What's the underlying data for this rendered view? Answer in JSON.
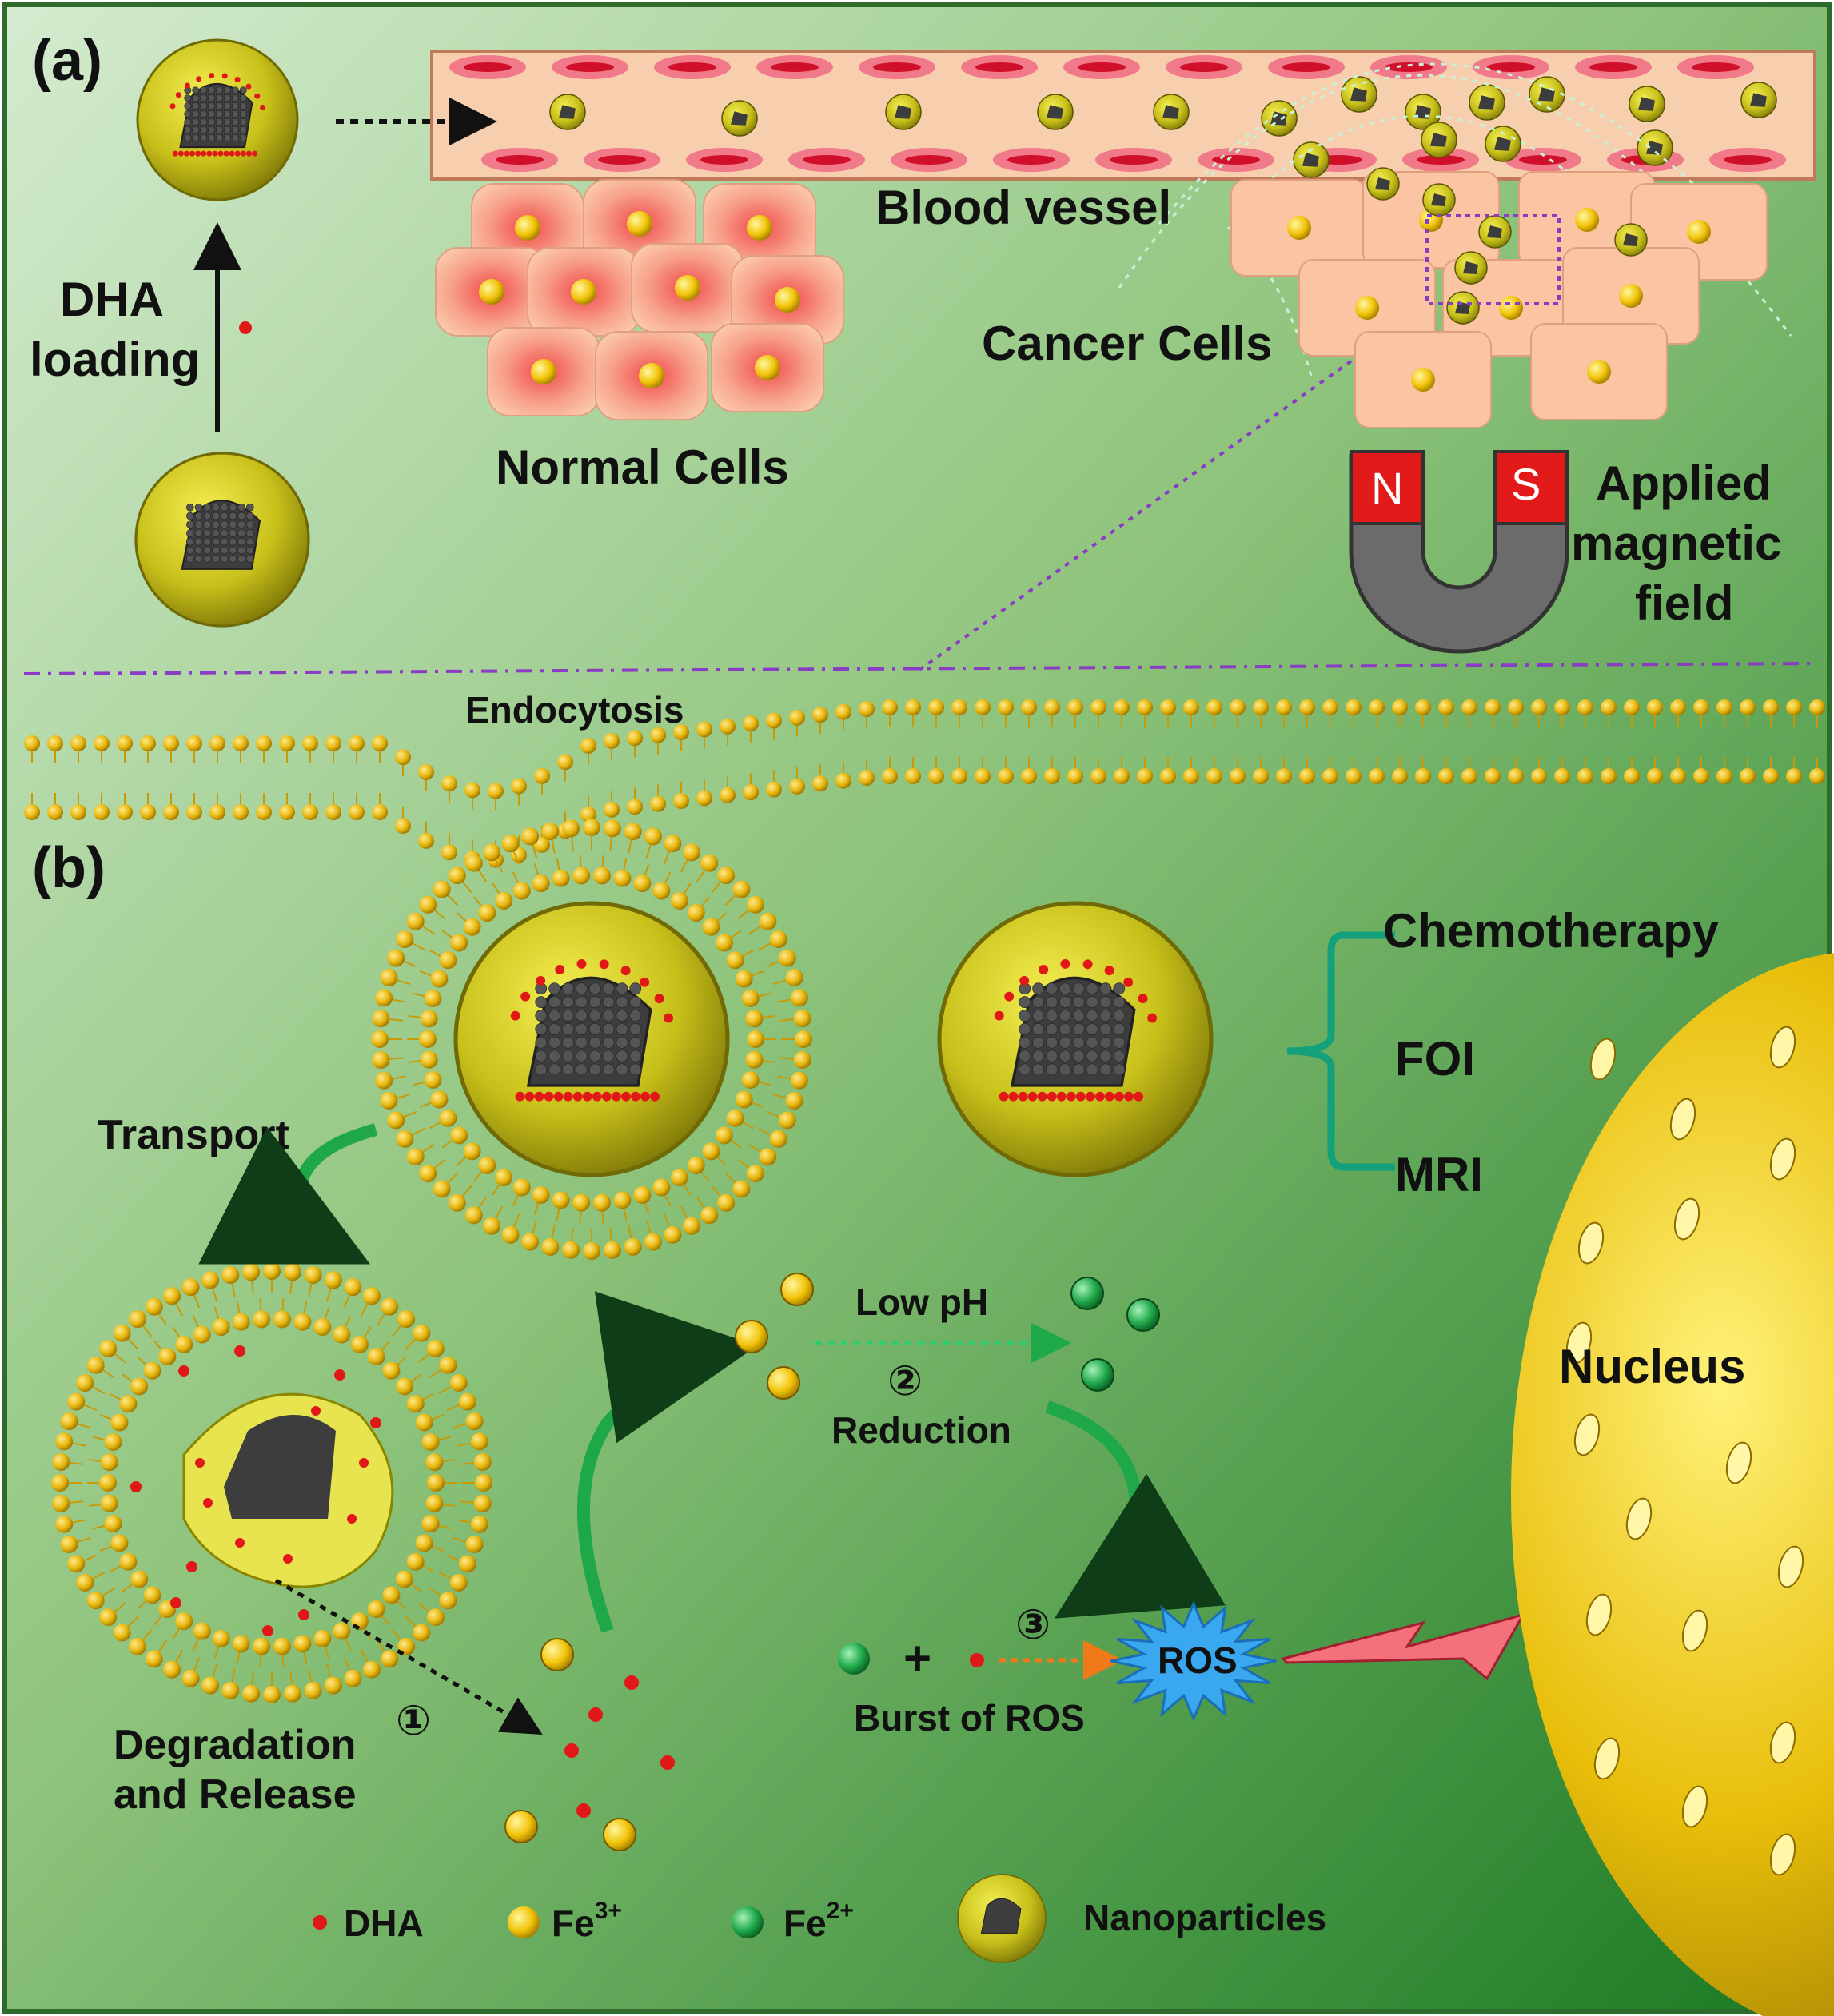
{
  "panel_a": {
    "label": "(a)",
    "dha_loading_line1": "DHA",
    "dha_loading_line2": "loading",
    "blood_vessel": "Blood vessel",
    "normal_cells": "Normal Cells",
    "cancer_cells": "Cancer Cells",
    "magnet_n": "N",
    "magnet_s": "S",
    "magnetic_field_line1": "Applied",
    "magnetic_field_line2": "magnetic",
    "magnetic_field_line3": "field"
  },
  "panel_b": {
    "label": "(b)",
    "endocytosis": "Endocytosis",
    "transport": "Transport",
    "degradation_line1": "Degradation",
    "degradation_line2": "and Release",
    "applications": [
      "Chemotherapy",
      "FOI",
      "MRI"
    ],
    "low_ph": "Low pH",
    "reduction": "Reduction",
    "step1": "①",
    "step2": "②",
    "step3": "③",
    "plus": "+",
    "burst_of_ros": "Burst of ROS",
    "ros": "ROS",
    "nucleus": "Nucleus"
  },
  "legend": {
    "dha": "DHA",
    "fe3": "Fe",
    "fe3_sup": "3+",
    "fe2": "Fe",
    "fe2_sup": "2+",
    "nanoparticles": "Nanoparticles"
  },
  "colors": {
    "dha": "#e01818",
    "fe3": "#f2c40a",
    "fe2": "#1fa84a",
    "arrow_green": "#1ea84a",
    "ros_burst": "#3aa8ee",
    "magnet_red": "#e31a1a",
    "magnet_gray": "#6b6b6b",
    "vessel": "#f7c9a8",
    "cell": "#f9bfa0",
    "lipid": "#e7b60e",
    "shell": "#c9c21c",
    "core": "#3d3d3d",
    "nucleus": "#e8be0a"
  }
}
